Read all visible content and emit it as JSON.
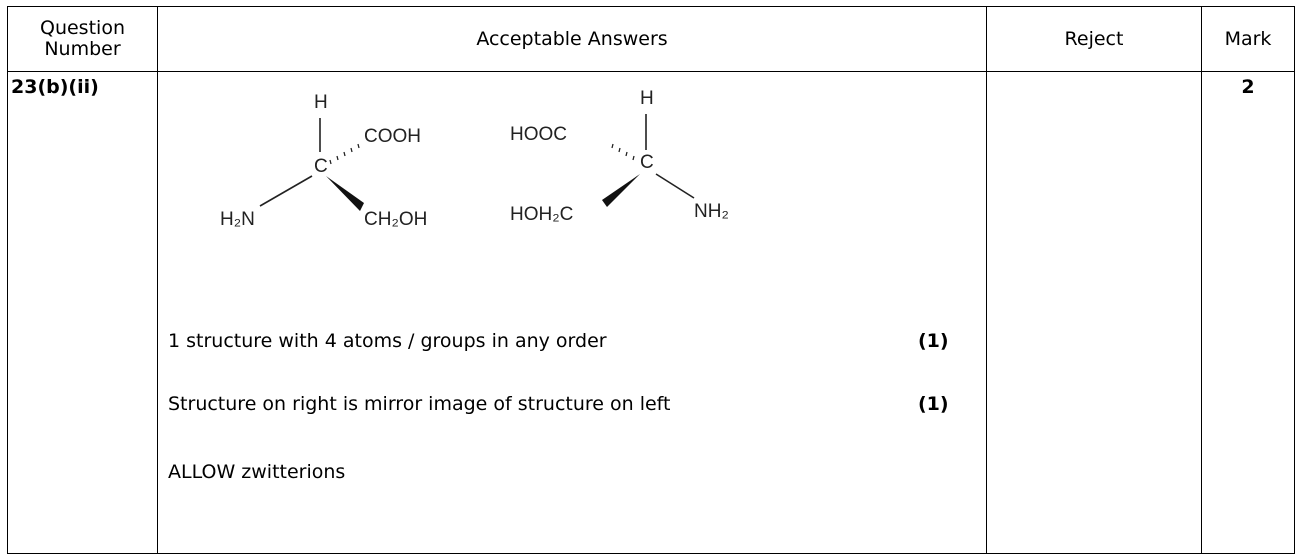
{
  "headers": {
    "question_number": "Question Number",
    "acceptable_answers": "Acceptable Answers",
    "reject": "Reject",
    "mark": "Mark"
  },
  "row": {
    "question_number": "23(b)(ii)",
    "mark": "2",
    "answers": [
      {
        "text": "1 structure with 4 atoms / groups in any order",
        "mark": "(1)"
      },
      {
        "text": "Structure on right is mirror image of structure on left",
        "mark": "(1)"
      },
      {
        "text": "ALLOW zwitterions",
        "mark": ""
      }
    ]
  },
  "structures": {
    "left": {
      "top": "H",
      "upper_right": "COOH",
      "center": "C",
      "lower_left": "H₂N",
      "lower_right": "CH₂OH"
    },
    "right": {
      "top": "H",
      "upper_left": "HOOC",
      "center": "C",
      "lower_left": "HOH₂C",
      "lower_right": "NH₂"
    }
  }
}
